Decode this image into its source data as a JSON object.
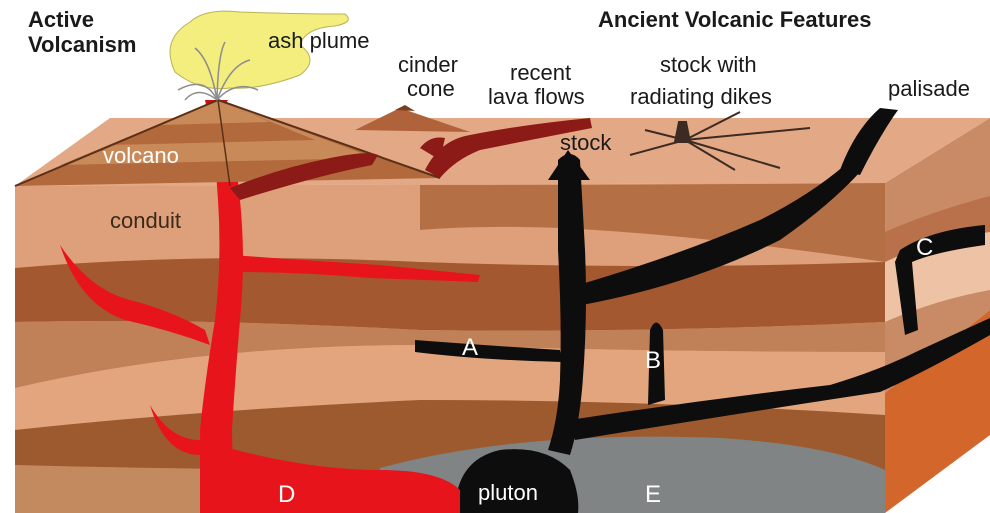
{
  "headings": {
    "active_line1": "Active",
    "active_line2": "Volcanism",
    "ancient": "Ancient Volcanic Features"
  },
  "labels": {
    "ash_plume": "ash plume",
    "cinder_line1": "cinder",
    "cinder_line2": "cone",
    "lava_line1": "recent",
    "lava_line2": "lava flows",
    "stock_dikes_line1": "stock with",
    "stock_dikes_line2": "radiating dikes",
    "palisade": "palisade",
    "stock": "stock",
    "volcano": "volcano",
    "conduit": "conduit",
    "pluton": "pluton"
  },
  "letters": {
    "a": "A",
    "b": "B",
    "c": "C",
    "d": "D",
    "e": "E"
  },
  "colors": {
    "magma": "#e8141c",
    "intrusion": "#0d0d0d",
    "pluton_body": "#808485",
    "ash": "#f3ee7e",
    "surface": "#e3a987",
    "layer_light": "#dfa27c",
    "layer_mid": "#c07a52",
    "layer_dark": "#9e5a2e",
    "right_face": "#d3662a"
  }
}
